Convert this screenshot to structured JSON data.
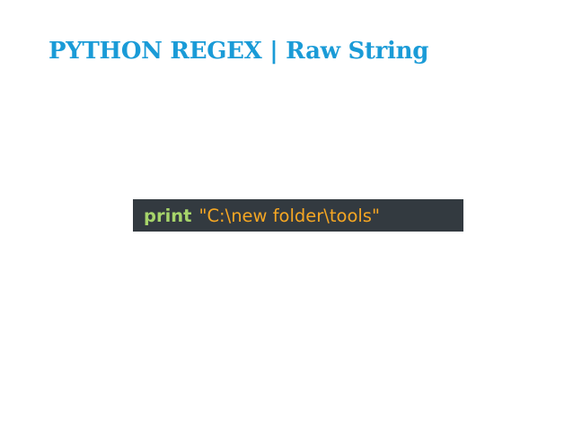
{
  "slide": {
    "title": "PYTHON REGEX | Raw String"
  },
  "code": {
    "keyword": "print",
    "string_literal": "\"C:\\new folder\\tools\""
  },
  "colors": {
    "title": "#1a9bd7",
    "code_background": "#333a40",
    "keyword": "#a6d46a",
    "string": "#f5a623"
  }
}
